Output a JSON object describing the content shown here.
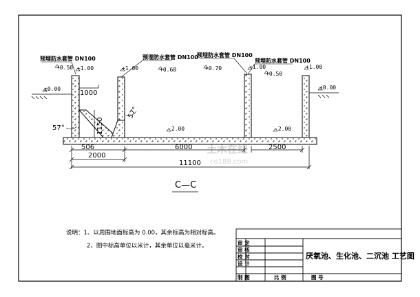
{
  "drawing": {
    "sleeve_label": "预埋防水套管 DN100",
    "levels": {
      "ground_left": "±0.00",
      "ground_right": "±0.00",
      "w1_top": "+1.00",
      "w1_pipe": "+0.50",
      "w2_top": "+1.00",
      "w2_pipe": "+0.60",
      "w3_top": "+1.00",
      "w3_pipe": "+0.70",
      "w4_top": "+1.00",
      "w4_pipe": "+0.50",
      "bottom_left": "-2.00",
      "bottom_right": "-2.00"
    },
    "dims": {
      "d1000": "1000",
      "d1150": "1150",
      "d506": "506",
      "d2000": "2000",
      "d6000": "6000",
      "d2500": "2500",
      "d11100": "11100",
      "angle_left": "57°",
      "angle_right": "57°"
    },
    "section_label": "C—C",
    "watermark_text": "土木在线",
    "watermark_url": "co188.com"
  },
  "notes": {
    "line1": "说明：1、以周围地面标高为 0.00，其余标高为相对标高。",
    "line2": "2、图中标高单位以米计，其余单位以毫米计。"
  },
  "title_block": {
    "rows": [
      "审  定",
      "审  核",
      "校  对",
      "设  计",
      "制  图"
    ],
    "col_bi": "比  例",
    "col_tuhao": "图  号",
    "title": "厌氧池、生化池、二沉池 工艺图"
  }
}
